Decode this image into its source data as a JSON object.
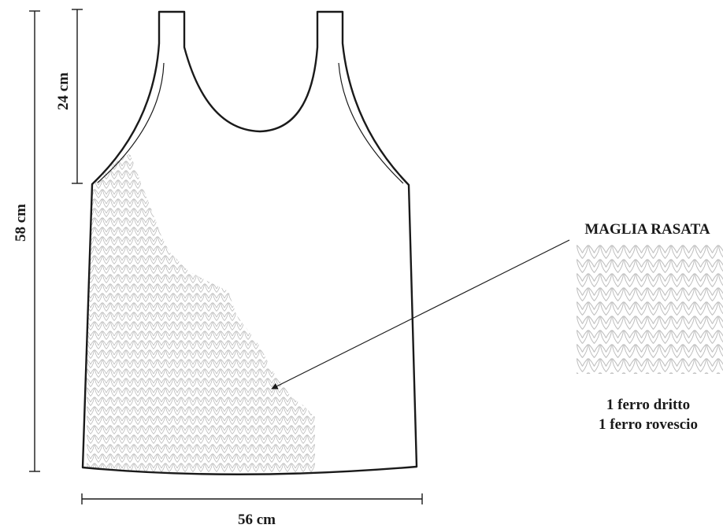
{
  "measurements": {
    "total_length": "58 cm",
    "armhole_depth": "24 cm",
    "width": "56 cm"
  },
  "stitch": {
    "title": "MAGLIA RASATA",
    "row1": "1 ferro dritto",
    "row2": "1 ferro rovescio"
  },
  "colors": {
    "ink": "#1a1a1a",
    "knit_texture": "#b9b9b9",
    "background": "#ffffff"
  }
}
